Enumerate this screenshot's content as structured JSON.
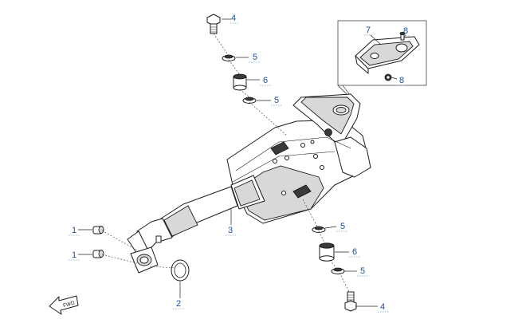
{
  "callouts": [
    {
      "id": "c4-top",
      "label": "4"
    },
    {
      "id": "c5-top-a",
      "label": "5"
    },
    {
      "id": "c6-top",
      "label": "6"
    },
    {
      "id": "c5-top-b",
      "label": "5"
    },
    {
      "id": "c7",
      "label": "7"
    },
    {
      "id": "c8-a",
      "label": "8"
    },
    {
      "id": "c8-b",
      "label": "8"
    },
    {
      "id": "c3",
      "label": "3"
    },
    {
      "id": "c1-a",
      "label": "1"
    },
    {
      "id": "c1-b",
      "label": "1"
    },
    {
      "id": "c2",
      "label": "2"
    },
    {
      "id": "c5-bot-a",
      "label": "5"
    },
    {
      "id": "c6-bot",
      "label": "6"
    },
    {
      "id": "c5-bot-b",
      "label": "5"
    },
    {
      "id": "c4-bot",
      "label": "4"
    }
  ],
  "direction_arrow": {
    "text": "FWD"
  },
  "colors": {
    "callout_text": "#1a4f9c",
    "line": "#1c1c1c",
    "shade": "#d8d8d8"
  }
}
